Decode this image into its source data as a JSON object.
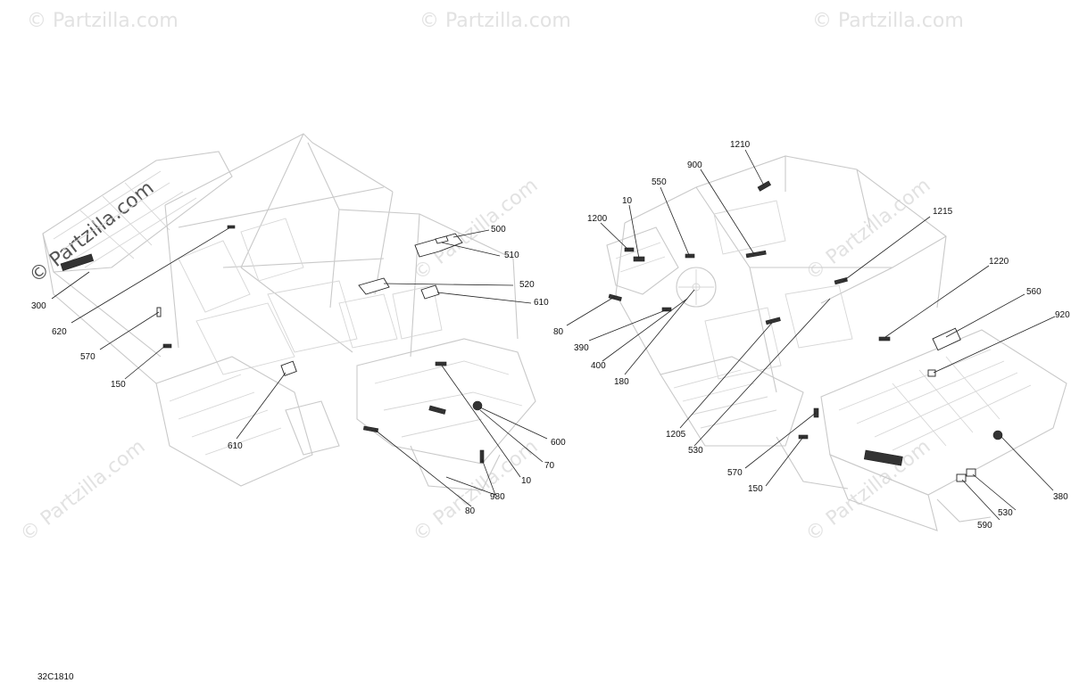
{
  "watermark": {
    "text": "© Partzilla.com"
  },
  "diagram": {
    "code": "32C1810",
    "left_view": {
      "callouts": [
        "300",
        "620",
        "570",
        "150",
        "610",
        "500",
        "510",
        "520",
        "610",
        "600",
        "70",
        "10",
        "980",
        "80"
      ]
    },
    "right_view": {
      "callouts": [
        "1210",
        "900",
        "550",
        "10",
        "1200",
        "1215",
        "1220",
        "560",
        "920",
        "80",
        "390",
        "400",
        "180",
        "1205",
        "530",
        "570",
        "150",
        "380",
        "530",
        "590"
      ]
    }
  }
}
